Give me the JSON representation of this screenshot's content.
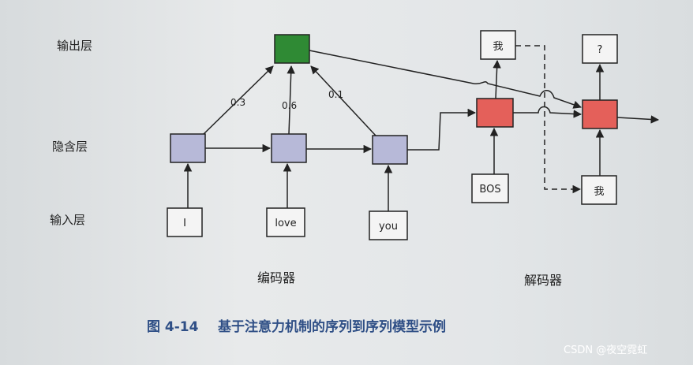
{
  "row_labels": {
    "output": "输出层",
    "hidden": "隐含层",
    "input": "输入层"
  },
  "encoder": {
    "inputs": [
      "I",
      "love",
      "you"
    ],
    "attention_weights": [
      "0.3",
      "0.6",
      "0.1"
    ],
    "label": "编码器"
  },
  "decoder": {
    "start_token": "BOS",
    "outputs": [
      "我",
      "?"
    ],
    "next_input": "我",
    "label": "解码器"
  },
  "caption": {
    "figure_no": "图 4-14",
    "title": "基于注意力机制的序列到序列模型示例"
  },
  "watermark": "CSDN @夜空霓虹",
  "colors": {
    "hidden_node": "#b7b9d8",
    "context_node": "#2f8a34",
    "decoder_node": "#e4605a",
    "caption": "#2f4f86"
  }
}
